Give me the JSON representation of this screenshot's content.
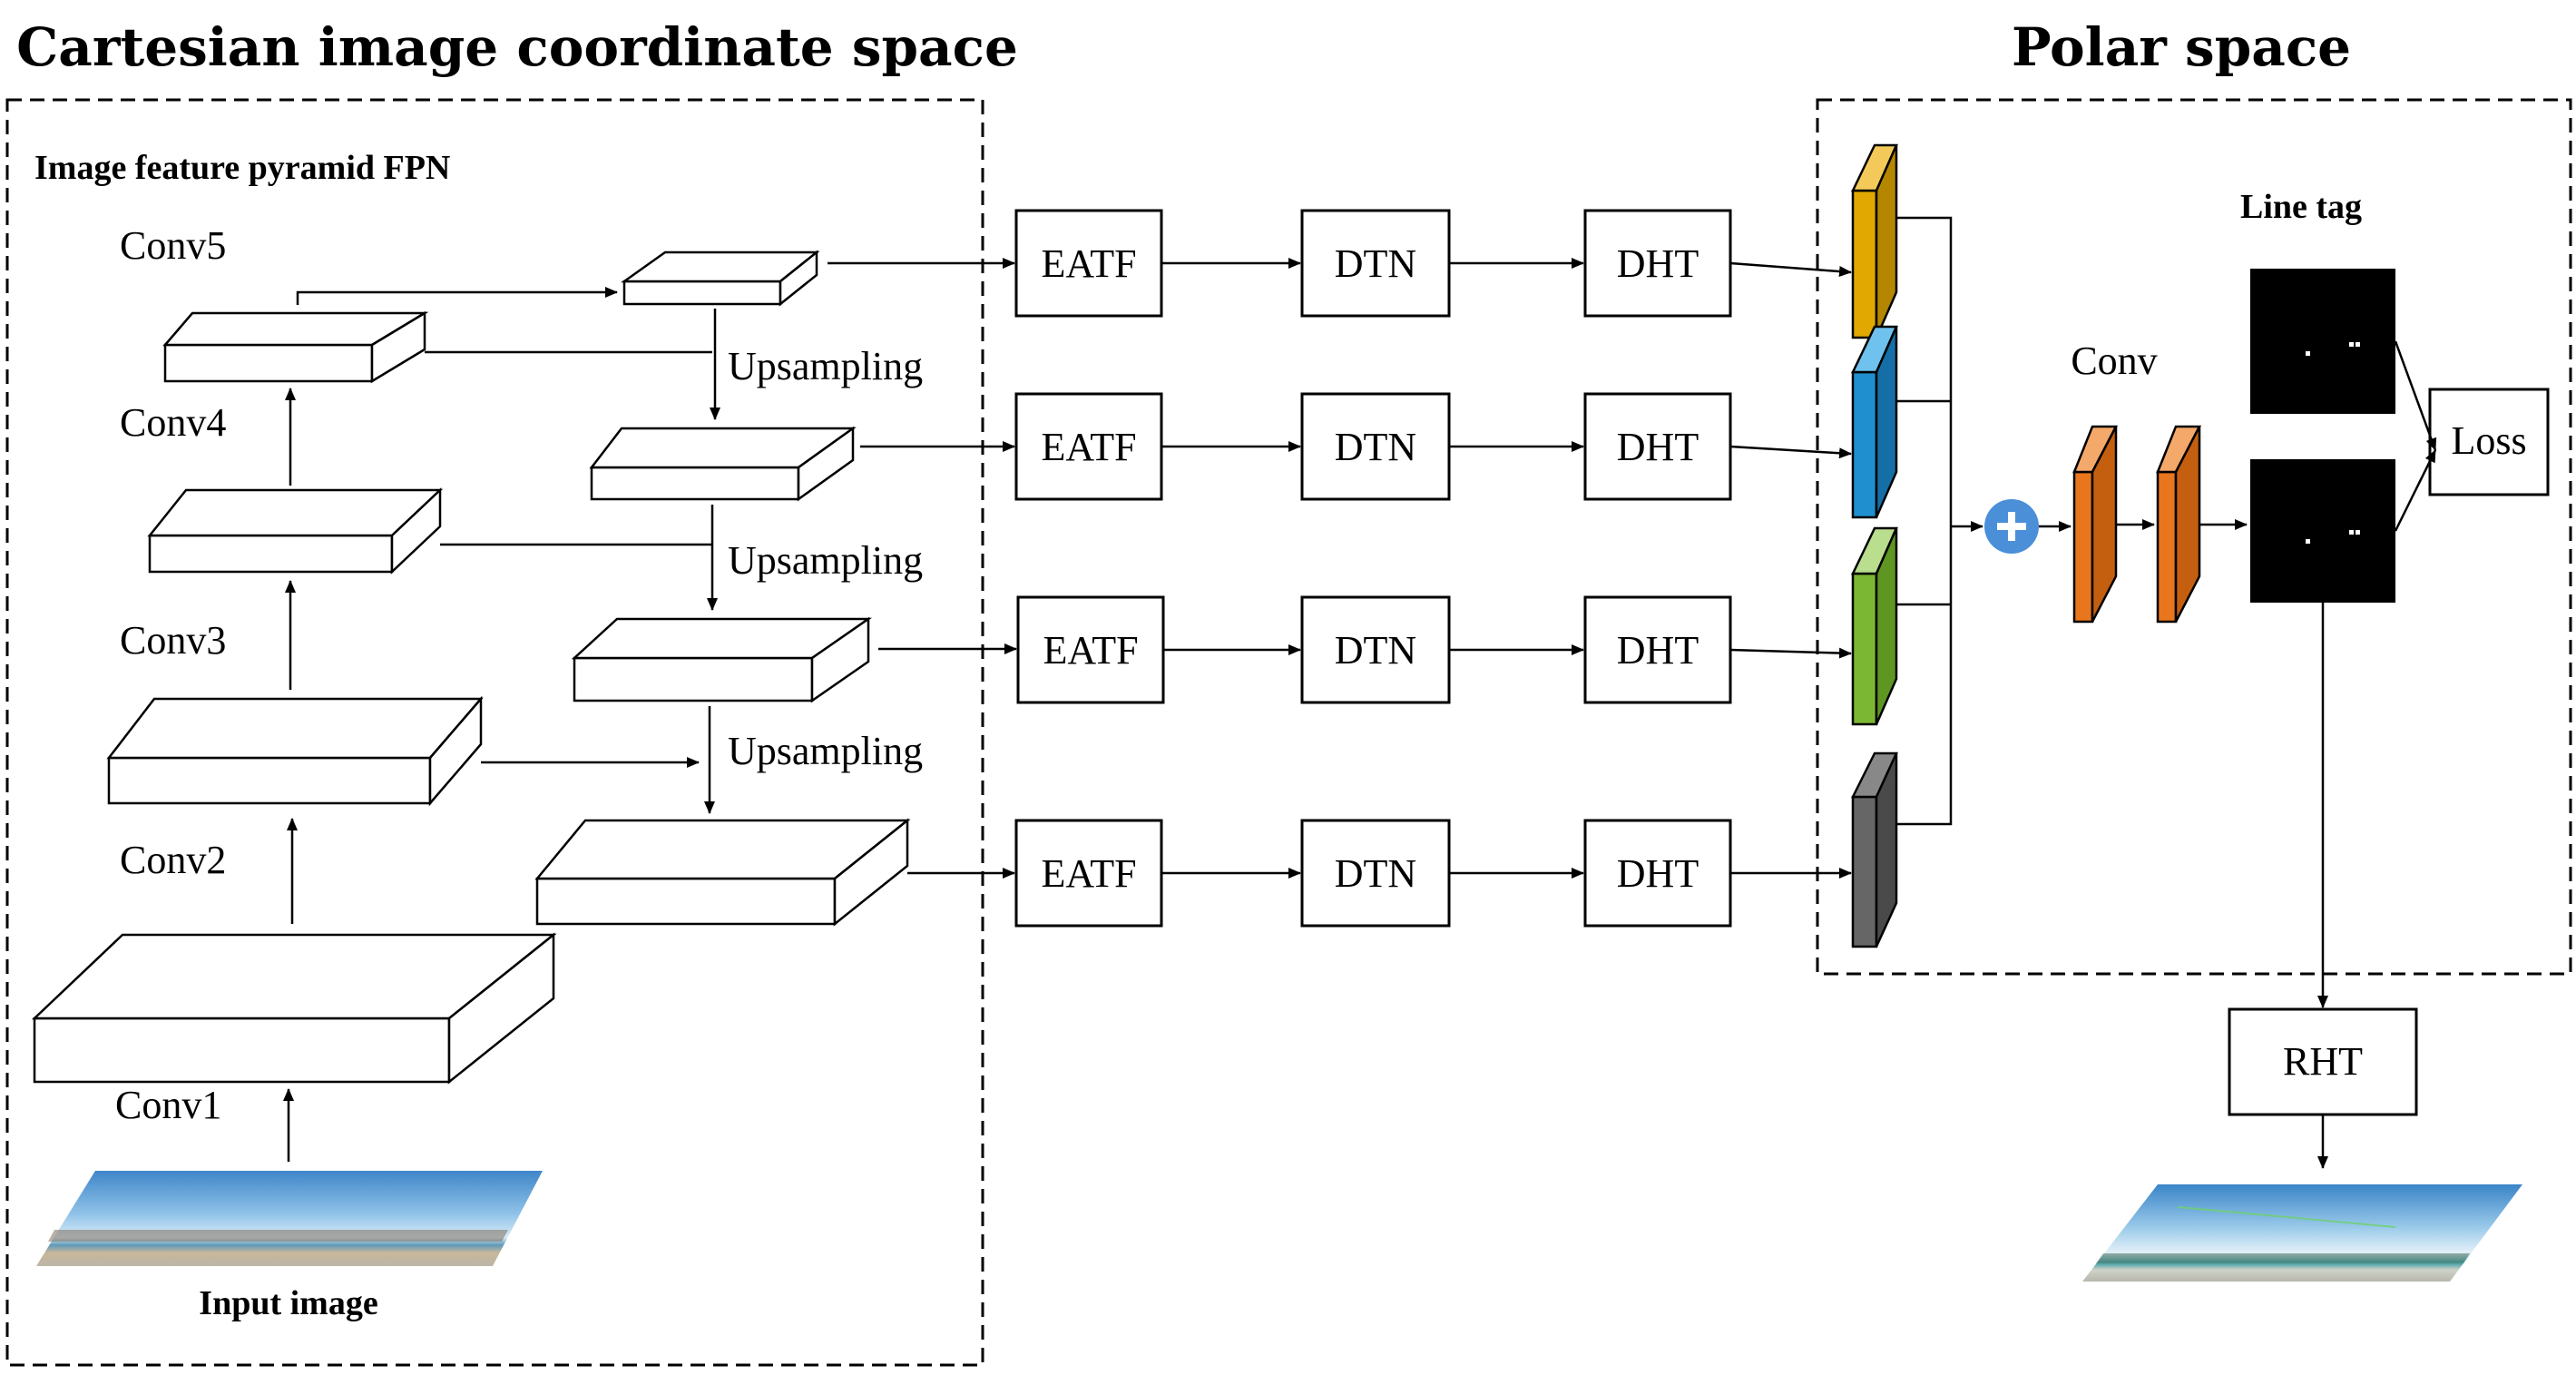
{
  "titles": {
    "left": "Cartesian image coordinate space",
    "right": "Polar space"
  },
  "left_panel": {
    "fpn_label": "Image feature pyramid FPN",
    "conv_labels": [
      "Conv5",
      "Conv4",
      "Conv3",
      "Conv2",
      "Conv1"
    ],
    "upsampling_labels": [
      "Upsampling",
      "Upsampling",
      "Upsampling"
    ],
    "input_label": "Input image"
  },
  "pipeline": {
    "rows": [
      {
        "eatf": "EATF",
        "dtn": "DTN",
        "dht": "DHT"
      },
      {
        "eatf": "EATF",
        "dtn": "DTN",
        "dht": "DHT"
      },
      {
        "eatf": "EATF",
        "dtn": "DTN",
        "dht": "DHT"
      },
      {
        "eatf": "EATF",
        "dtn": "DTN",
        "dht": "DHT"
      }
    ]
  },
  "right_panel": {
    "line_tag_label": "Line tag",
    "conv_label": "Conv",
    "loss_label": "Loss",
    "rht_label": "RHT"
  },
  "colors": {
    "feature_yellow": "#E0A800",
    "feature_blue": "#1F8FD0",
    "feature_green": "#7CB733",
    "feature_gray": "#666666",
    "conv_orange": "#E8761E",
    "plus_circle": "#4A8FD8"
  }
}
